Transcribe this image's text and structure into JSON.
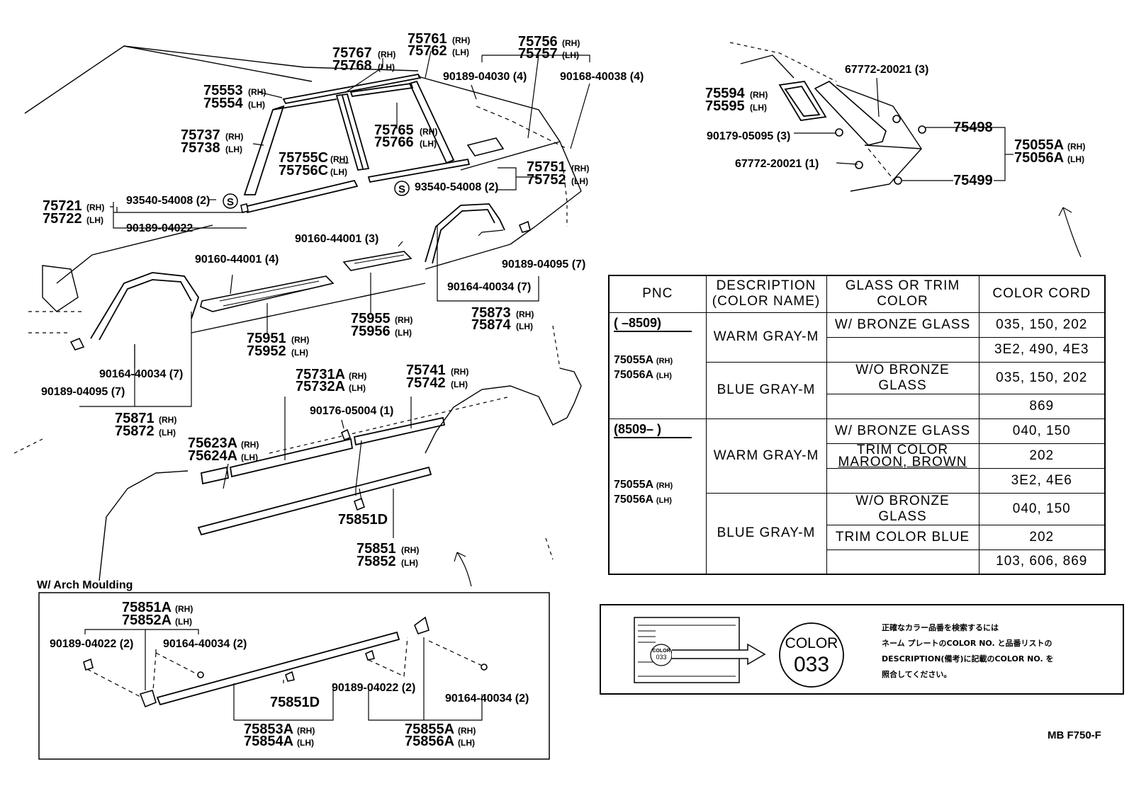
{
  "labels": {
    "p75553": "75553",
    "p75554": "75554",
    "p75767": "75767",
    "p75768": "75768",
    "p75761": "75761",
    "p75762": "75762",
    "p75756": "75756",
    "p75757": "75757",
    "c90189_04030": "90189-04030 (4)",
    "c90168_40038": "90168-40038 (4)",
    "p75737": "75737",
    "p75738": "75738",
    "p75765": "75765",
    "p75766": "75766",
    "p75755C": "75755C",
    "p75756C": "75756C",
    "p75751": "75751",
    "p75752": "75752",
    "c93540_a": "93540-54008 (2)",
    "c93540_b": "93540-54008 (2)",
    "p75721": "75721",
    "p75722": "75722",
    "c90189_04022": "90189-04022",
    "c90160_3": "90160-44001 (3)",
    "c90160_4": "90160-44001 (4)",
    "c90189_04095_r": "90189-04095 (7)",
    "c90164_40034_r": "90164-40034 (7)",
    "p75955": "75955",
    "p75956": "75956",
    "p75951": "75951",
    "p75952": "75952",
    "p75873": "75873",
    "p75874": "75874",
    "c90164_40034_l": "90164-40034 (7)",
    "c90189_04095_l": "90189-04095 (7)",
    "p75871": "75871",
    "p75872": "75872",
    "p75731A": "75731A",
    "p75732A": "75732A",
    "p75741": "75741",
    "p75742": "75742",
    "c90176": "90176-05004 (1)",
    "p75623A": "75623A",
    "p75624A": "75624A",
    "p75851D": "75851D",
    "p75851": "75851",
    "p75852": "75852",
    "arch_title": "W/ Arch Moulding",
    "p75851A": "75851A",
    "p75852A": "75852A",
    "c90189_04022_2a": "90189-04022 (2)",
    "c90164_40034_2a": "90164-40034 (2)",
    "p75851D_b": "75851D",
    "c90189_04022_2b": "90189-04022 (2)",
    "c90164_40034_2b": "90164-40034 (2)",
    "p75853A": "75853A",
    "p75854A": "75854A",
    "p75855A": "75855A",
    "p75856A": "75856A",
    "c67772_3": "67772-20021 (3)",
    "p75594": "75594",
    "p75595": "75595",
    "c90179": "90179-05095 (3)",
    "c67772_1": "67772-20021 (1)",
    "p75498": "75498",
    "p75499": "75499",
    "p75055A": "75055A",
    "p75056A": "75056A",
    "rh": "(RH)",
    "lh": "(LH)",
    "s_mark": "S"
  },
  "table": {
    "headers": {
      "pnc": "PNC",
      "desc1": "DESCRIPTION",
      "desc2": "(COLOR NAME)",
      "glass1": "GLASS OR TRIM",
      "glass2": "COLOR",
      "cord": "COLOR CORD"
    },
    "g1_range": "(        –8509)",
    "g2_range": "(8509–        )",
    "pnc_a": "75055A",
    "pnc_b": "75056A",
    "rh": "(RH)",
    "lh": "(LH)",
    "warm": "WARM GRAY-M",
    "blue": "BLUE GRAY-M",
    "rows": {
      "r1_glass": "W/ BRONZE GLASS",
      "r1_code": "035, 150, 202",
      "r2_code": "3E2, 490, 4E3",
      "r3_glass": "W/O BRONZE GLASS",
      "r3_code": "035, 150, 202",
      "r4_code": "869",
      "r5_glass": "W/ BRONZE GLASS",
      "r5_code": "040, 150",
      "r6_glass1": "TRIM COLOR",
      "r6_glass2": "MAROON, BROWN",
      "r6_code": "202",
      "r7_code": "3E2, 4E6",
      "r8_glass": "W/O BRONZE GLASS",
      "r8_code": "040, 150",
      "r9_glass": "TRIM COLOR BLUE",
      "r9_code": "202",
      "r10_code": "103, 606, 869"
    }
  },
  "plate": {
    "color_word": "COLOR",
    "color_code": "033",
    "mini_color": "COLOR",
    "mini_code": "033",
    "jp_line1": "正確なカラー品番を検索するには",
    "jp_line2": "ネーム プレートのCOLOR NO. と品番リストの",
    "jp_line3": "DESCRIPTION(備考)に記載のCOLOR NO. を",
    "jp_line4": "照合してください。"
  },
  "page_code": "MB  F750-F"
}
